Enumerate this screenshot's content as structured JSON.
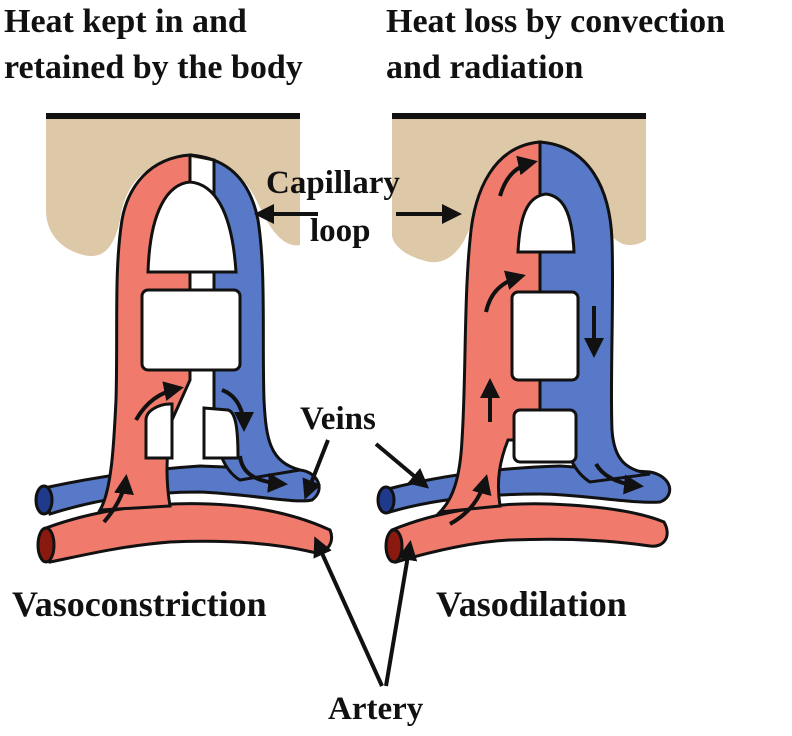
{
  "captions": {
    "left_line1": "Heat kept in and",
    "left_line2": "retained by the body",
    "right_line1": "Heat loss by convection",
    "right_line2": "and radiation"
  },
  "labels": {
    "capillary": "Capillary",
    "loop": "loop",
    "veins": "Veins",
    "vasoconstriction": "Vasoconstriction",
    "vasodilation": "Vasodilation",
    "artery": "Artery"
  },
  "colors": {
    "skin": "#ddc8a8",
    "arterial": "#f07b6c",
    "venous": "#5878c8",
    "outline": "#111111",
    "background": "#ffffff"
  },
  "icons": [
    "blood-flow-arrow-icon",
    "pointer-arrow-icon"
  ]
}
